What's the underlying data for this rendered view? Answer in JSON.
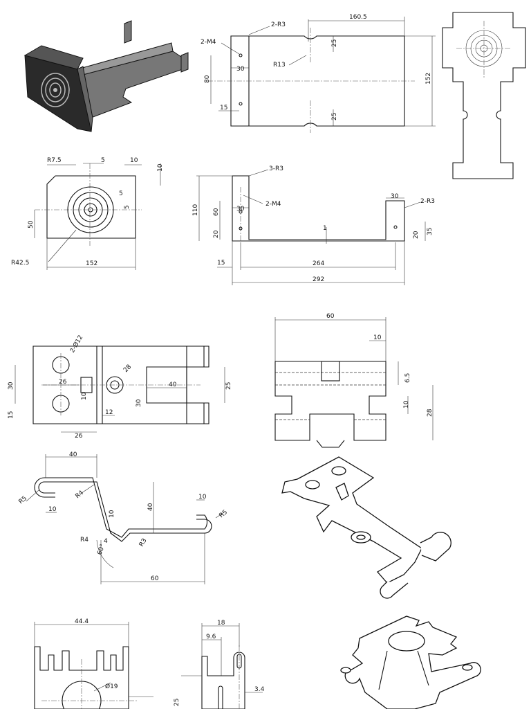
{
  "views": {
    "top_view": {
      "dims": {
        "d160_5": "160.5",
        "d2_r3": "2-R3",
        "d2_m4": "2-M4",
        "d25a": "25",
        "r13": "R13",
        "d30": "30",
        "d80": "80",
        "d15": "15",
        "d25b": "25",
        "d152": "152"
      }
    },
    "front_view": {
      "dims": {
        "r7_5": "R7.5",
        "d5a": "5",
        "d10a": "10",
        "d10b": "10",
        "d5b": "5",
        "d5c": "5",
        "d50": "50",
        "r42_5": "R42.5",
        "d152": "152"
      }
    },
    "side_view": {
      "dims": {
        "d3_r3": "3-R3",
        "d110": "110",
        "d60": "60",
        "d30a": "30",
        "d2_m4": "2-M4",
        "d20a": "20",
        "d1": "1",
        "d30b": "30",
        "d2_r3": "2-R3",
        "d20b": "20",
        "d35": "35",
        "d15": "15",
        "d264": "264",
        "d292": "292"
      }
    },
    "clip_top": {
      "dims": {
        "d2_o12": "2-Ø12",
        "d30": "30",
        "d26a": "26",
        "d10": "10",
        "d15": "15",
        "d12": "12",
        "d28": "28",
        "d40": "40",
        "d30b": "30",
        "d25": "25",
        "d26b": "26"
      }
    },
    "clip_front": {
      "dims": {
        "d60": "60",
        "d10": "10",
        "d6_5": "6.5",
        "d10b": "10",
        "d28": "28"
      }
    },
    "clip_side": {
      "dims": {
        "d40": "40",
        "r5a": "R5",
        "r4a": "R4",
        "d10a": "10",
        "d10b": "10",
        "d40b": "40",
        "d10c": "10",
        "r5b": "R5",
        "r4b": "R4",
        "d4": "4",
        "d60deg": "60°",
        "r3": "R3",
        "d60": "60"
      }
    },
    "bracket_front": {
      "dims": {
        "d44_4": "44.4",
        "o19": "Ø19"
      }
    },
    "bracket_side": {
      "dims": {
        "d18": "18",
        "d9_6": "9.6",
        "d25": "25",
        "d3_4": "3.4"
      }
    }
  }
}
